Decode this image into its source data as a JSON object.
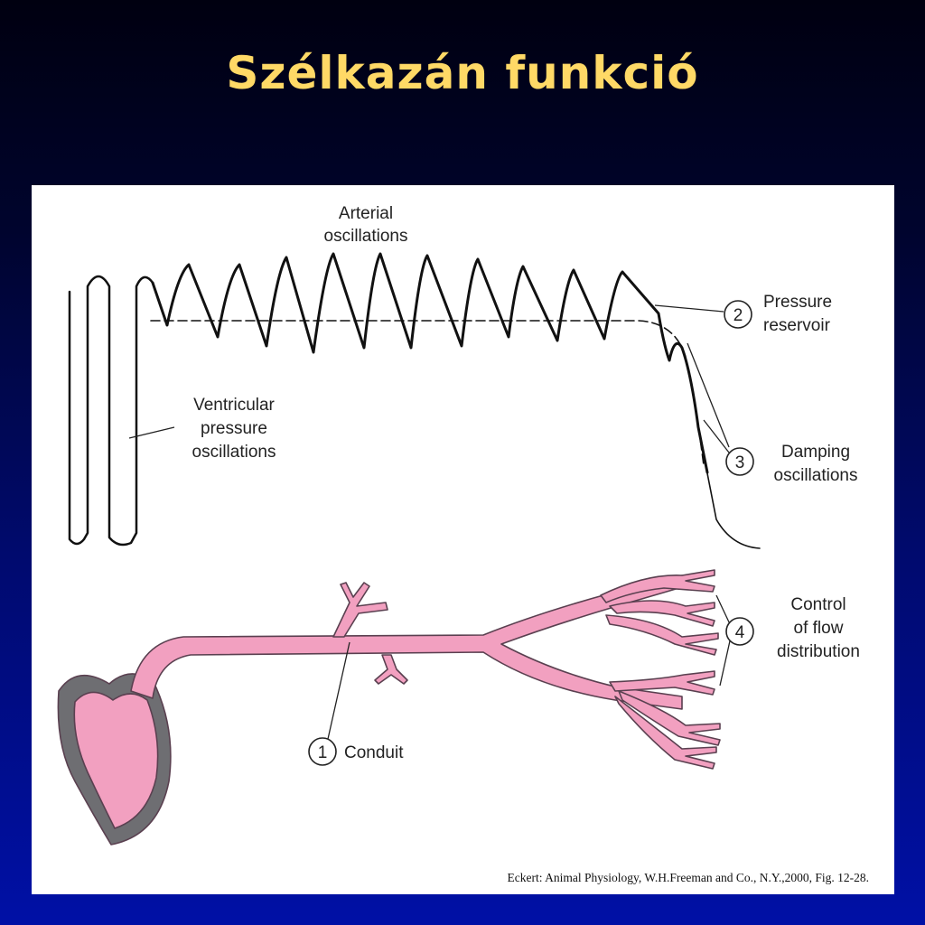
{
  "slide": {
    "title": "Szélkazán funkció"
  },
  "figure": {
    "labels": {
      "arterial_line1": "Arterial",
      "arterial_line2": "oscillations",
      "ventricular_line1": "Ventricular",
      "ventricular_line2": "pressure",
      "ventricular_line3": "oscillations",
      "pressure_line1": "Pressure",
      "pressure_line2": "reservoir",
      "damping_line1": "Damping",
      "damping_line2": "oscillations",
      "control_line1": "Control",
      "control_line2": "of flow",
      "control_line3": "distribution",
      "conduit": "Conduit"
    },
    "markers": {
      "m1": "1",
      "m2": "2",
      "m3": "3",
      "m4": "4"
    },
    "caption": "Eckert: Animal Physiology, W.H.Freeman and Co., N.Y.,2000, Fig. 12-28."
  },
  "colors": {
    "vessel_fill": "#f2a0c0",
    "vessel_outline": "#5a4050",
    "heart_wall": "#6e6e72",
    "title": "#ffd966"
  }
}
